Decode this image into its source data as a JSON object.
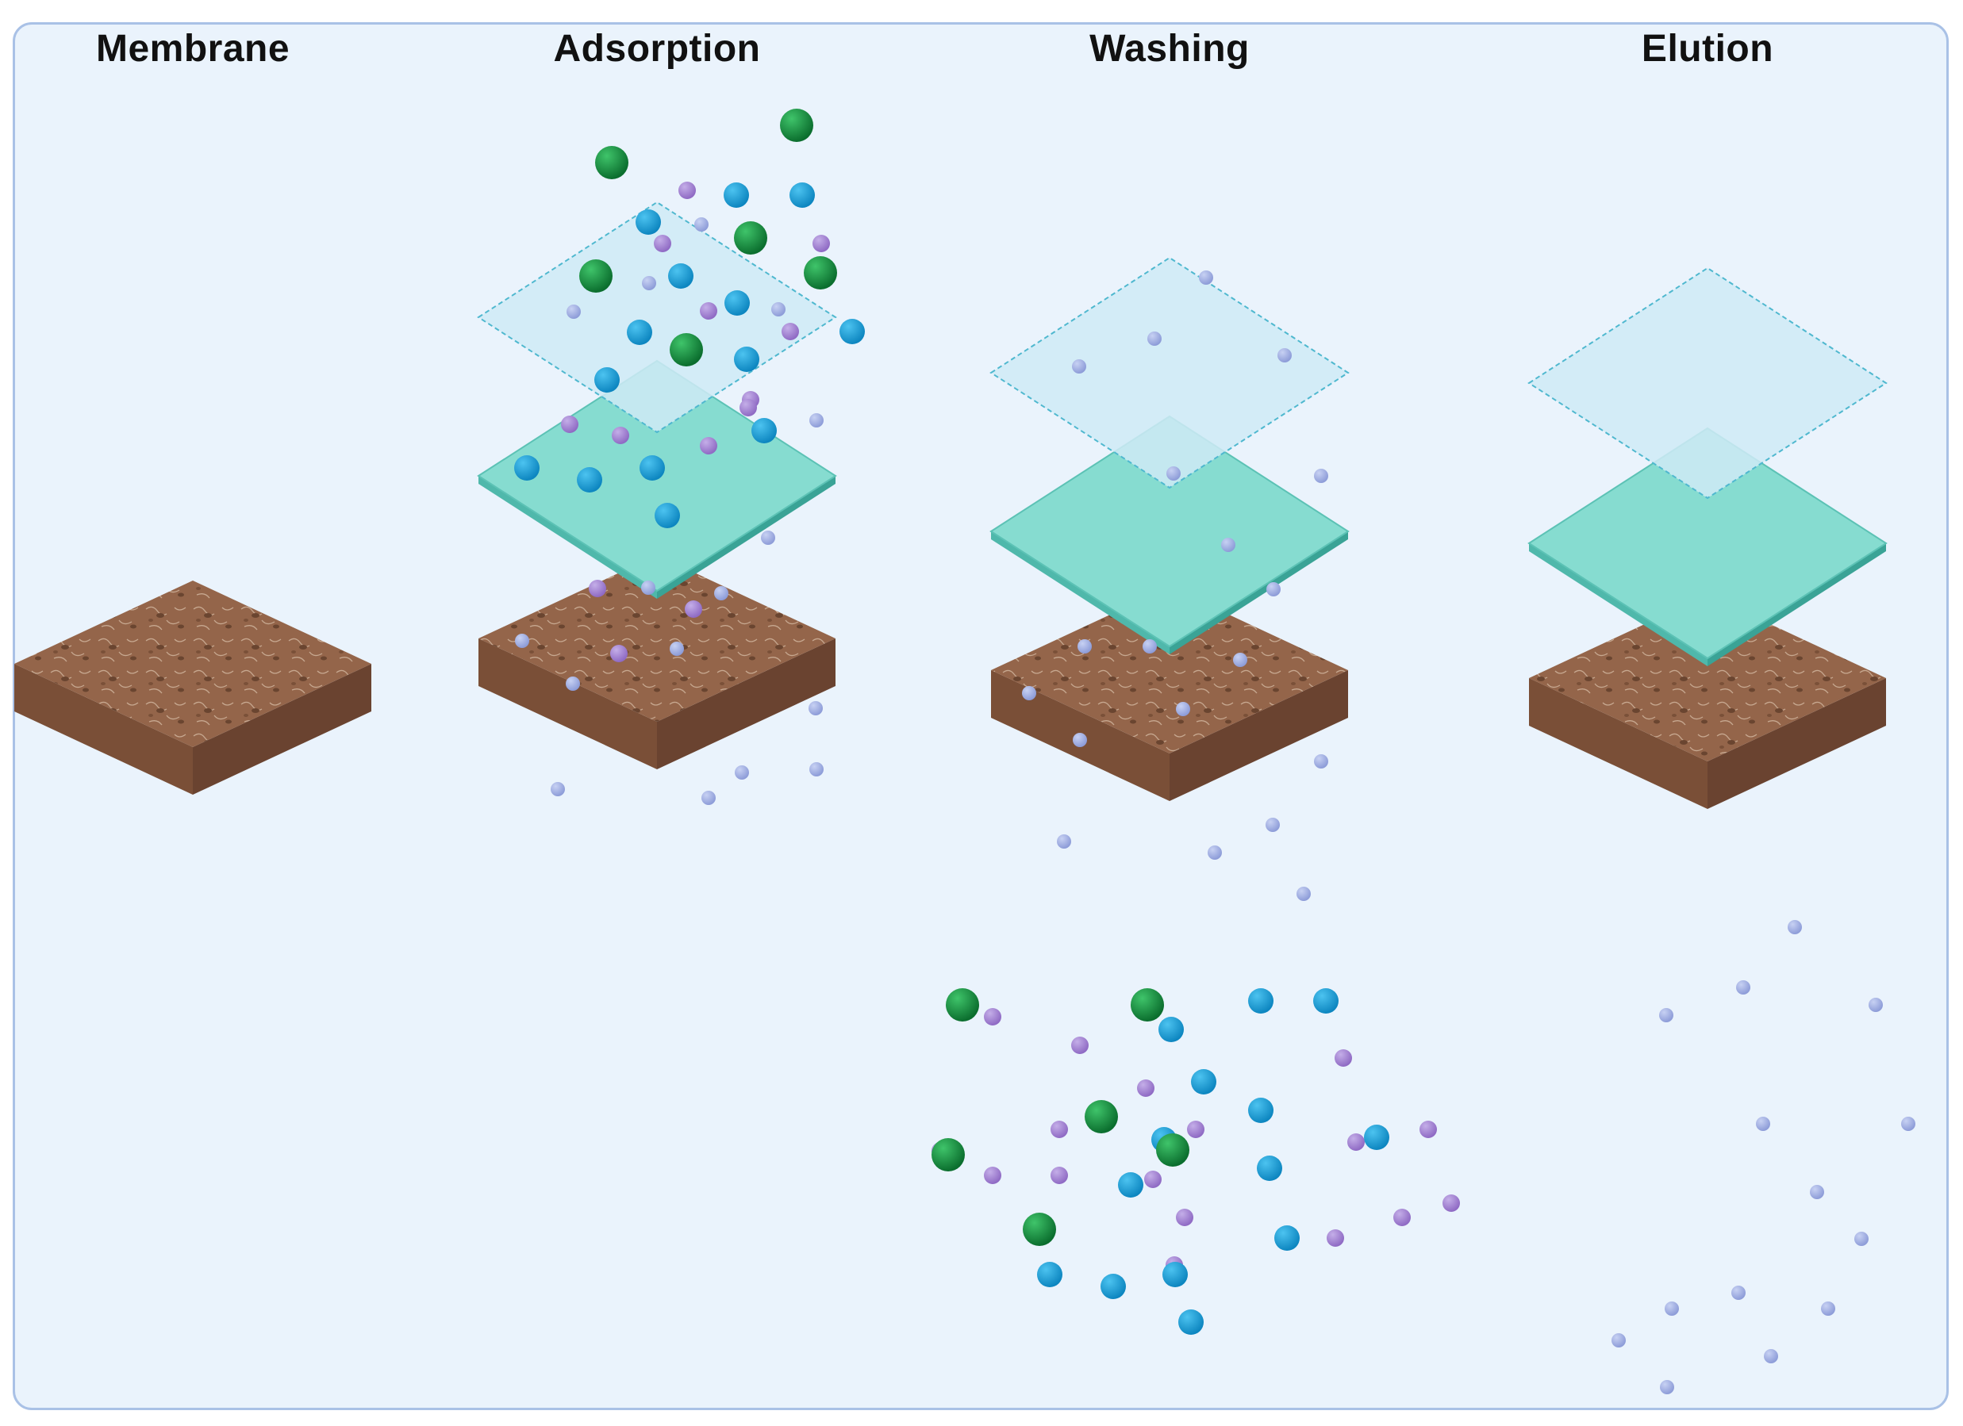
{
  "stages": [
    {
      "label": "Membrane"
    },
    {
      "label": "Adsorption"
    },
    {
      "label": "Washing"
    },
    {
      "label": "Elution"
    }
  ],
  "colors": {
    "panel_bg": "#eaf3fc",
    "panel_border": "#a9c1e6",
    "membrane_brown": "#94654a",
    "layer_teal": "#7fd8cc",
    "layer_light": "#cde9f5",
    "particle_green": "#0f8a3c",
    "particle_blue": "#1ba1db",
    "particle_purple": "#a98ad6",
    "particle_lavender": "#a6b4e6"
  },
  "legend_icons": [
    "membrane-block",
    "teal-layer",
    "light-layer",
    "green-particle",
    "blue-particle",
    "purple-particle",
    "lavender-particle"
  ]
}
